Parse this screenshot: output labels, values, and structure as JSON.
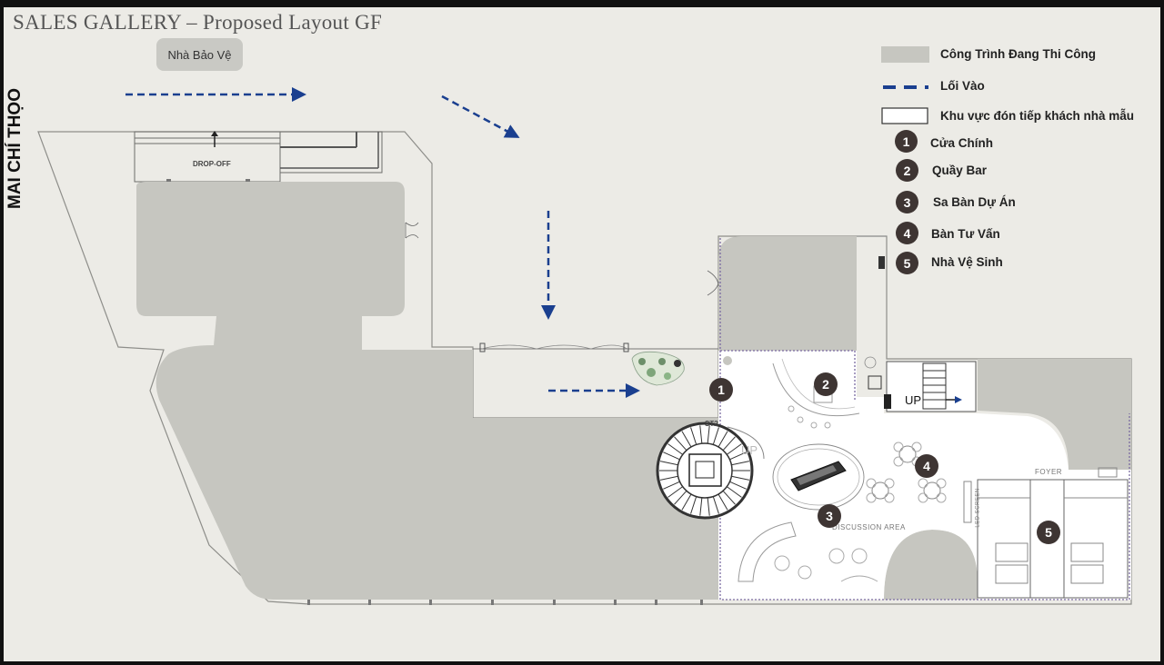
{
  "title": "SALES GALLERY – Proposed Layout GF",
  "guard_house": "Nhà Bảo Vệ",
  "street_name": "MAI CHÍ THỌO",
  "plan_labels": {
    "drop_off": "DROP-OFF",
    "up_stair": "UP",
    "up_spiral": "UP",
    "stair_tag": "ST2",
    "discussion_area": "DISCUSSION AREA",
    "foyer": "FOYER",
    "led_screen": "LED SCREEN"
  },
  "legend": {
    "construction": "Công Trình Đang Thi Công",
    "entrance": "Lối Vào",
    "reception": "Khu vực đón tiếp khách nhà mẫu",
    "items": [
      {
        "num": "1",
        "label": "Cửa Chính"
      },
      {
        "num": "2",
        "label": "Quầy Bar"
      },
      {
        "num": "3",
        "label": "Sa Bàn Dự Án"
      },
      {
        "num": "4",
        "label": "Bàn Tư Vấn"
      },
      {
        "num": "5",
        "label": "Nhà Vệ Sinh"
      }
    ]
  },
  "markers": [
    "1",
    "2",
    "3",
    "4",
    "5"
  ],
  "colors": {
    "background": "#ecebe6",
    "construction": "#c6c6c0",
    "entrance_arrow": "#1a3f8f",
    "reception": "#ffffff",
    "marker": "#3e3533"
  }
}
